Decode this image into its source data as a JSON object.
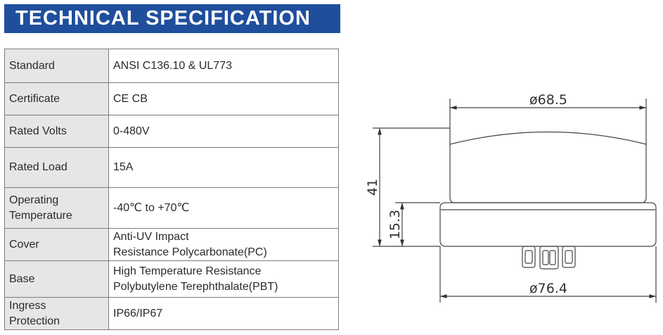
{
  "header": {
    "title": "TECHNICAL SPECIFICATION"
  },
  "spec": {
    "standard": {
      "label": "Standard",
      "value": "ANSI C136.10 & UL773"
    },
    "certificate": {
      "label": "Certificate",
      "value": "CE CB"
    },
    "rated_volts": {
      "label": "Rated Volts",
      "value": "0-480V"
    },
    "rated_load": {
      "label": "Rated Load",
      "value": "15A"
    },
    "operating_temperature": {
      "label_line1": "Operating",
      "label_line2": "Temperature",
      "value": "-40℃ to +70℃"
    },
    "cover": {
      "label": "Cover",
      "value_line1": "Anti-UV Impact",
      "value_line2": "Resistance Polycarbonate(PC)"
    },
    "base": {
      "label": "Base",
      "value_line1": "High Temperature Resistance",
      "value_line2": "Polybutylene Terephthalate(PBT)"
    },
    "ingress_protection": {
      "label_line1": "Ingress",
      "label_line2": "Protection",
      "value": "IP66/IP67"
    }
  },
  "drawing": {
    "top_diameter": "ø68.5",
    "bottom_diameter": "ø76.4",
    "total_height": "41",
    "base_height": "15.3"
  }
}
